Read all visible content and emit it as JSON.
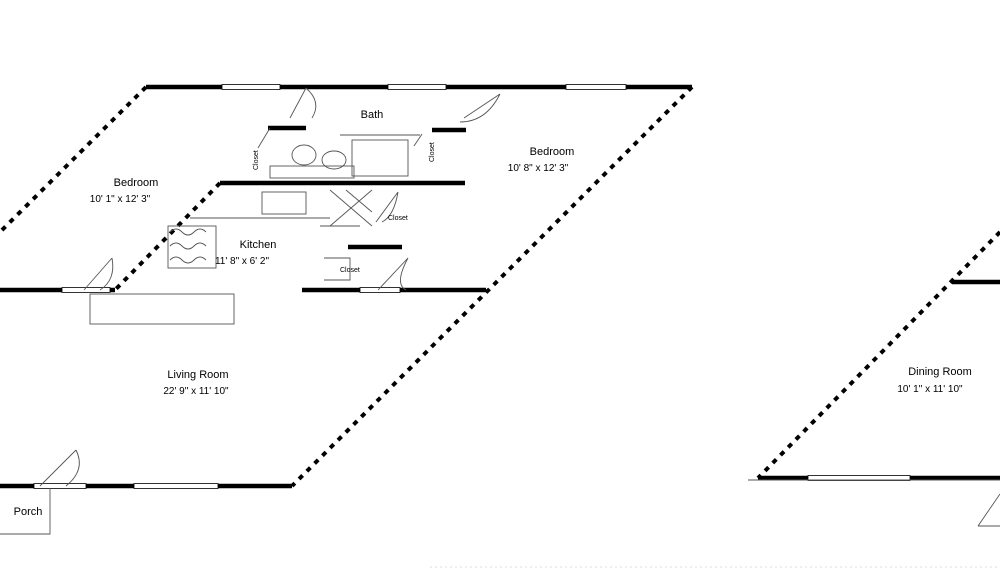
{
  "rooms": {
    "bath": {
      "name": "Bath"
    },
    "bedroom_left": {
      "name": "Bedroom",
      "size": "10' 1\" x 12' 3\""
    },
    "bedroom_right": {
      "name": "Bedroom",
      "size": "10' 8\" x 12' 3\""
    },
    "kitchen": {
      "name": "Kitchen",
      "size": "11' 8\" x 6' 2\""
    },
    "living_room": {
      "name": "Living Room",
      "size": "22' 9\" x 11' 10\""
    },
    "dining_room": {
      "name": "Dining Room",
      "size": "10' 1\" x 11' 10\""
    },
    "porch": {
      "name": "Porch"
    },
    "closet_upper": {
      "name": "Closet"
    },
    "closet_lower": {
      "name": "Closet"
    },
    "closet_bath_left": {
      "name": "Closet"
    },
    "closet_bath_right": {
      "name": "Closet"
    }
  },
  "colors": {
    "wall": "#000000",
    "background": "#ffffff",
    "fixture": "#555555"
  }
}
